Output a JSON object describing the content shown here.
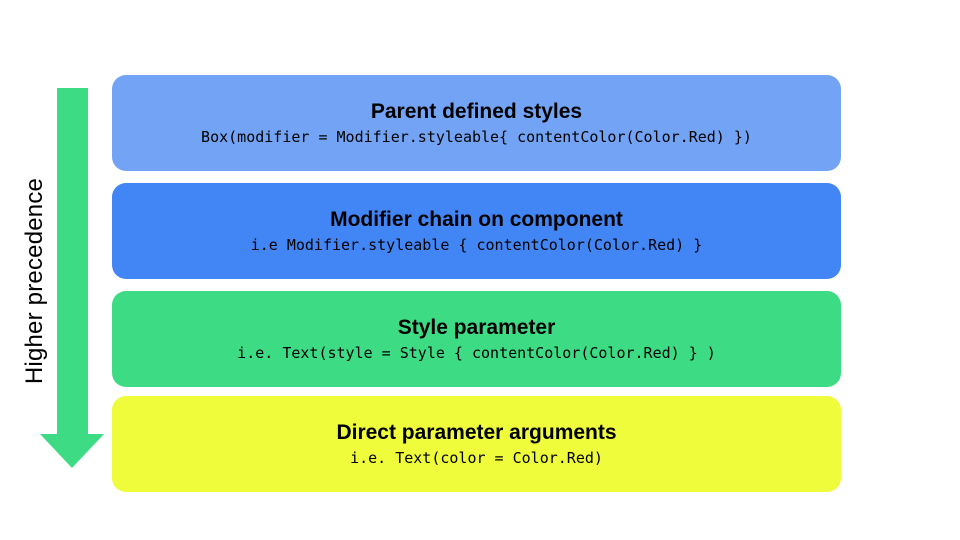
{
  "side_label": "Higher precedence",
  "colors": {
    "arrow": "#3ddc84",
    "layer_0": "#72a3f5",
    "layer_1": "#4285f4",
    "layer_2": "#3ddc84",
    "layer_3": "#eefc3c"
  },
  "layers": [
    {
      "title": "Parent defined styles",
      "code": "Box(modifier = Modifier.styleable{ contentColor(Color.Red) })"
    },
    {
      "title": "Modifier chain on component",
      "code": "i.e Modifier.styleable { contentColor(Color.Red) }"
    },
    {
      "title": "Style parameter",
      "code": "i.e. Text(style = Style { contentColor(Color.Red) } )"
    },
    {
      "title": "Direct parameter arguments",
      "code": "i.e. Text(color = Color.Red)"
    }
  ]
}
